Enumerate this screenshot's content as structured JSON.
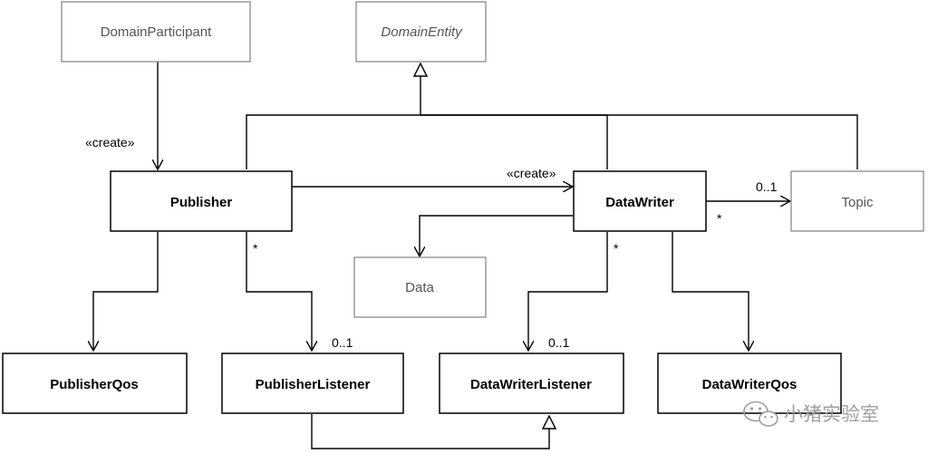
{
  "classes": {
    "domain_participant": "DomainParticipant",
    "domain_entity": "DomainEntity",
    "publisher": "Publisher",
    "data_writer": "DataWriter",
    "topic": "Topic",
    "data": "Data",
    "publisher_qos": "PublisherQos",
    "publisher_listener": "PublisherListener",
    "data_writer_listener": "DataWriterListener",
    "data_writer_qos": "DataWriterQos"
  },
  "relations": {
    "participant_creates_publisher": "«create»",
    "publisher_creates_writer": "«create»",
    "writer_topic_multiplicity_source": "*",
    "writer_topic_multiplicity_target": "0..1",
    "publisher_listener_multiplicity_source": "*",
    "publisher_listener_multiplicity_target": "0..1",
    "writer_listener_multiplicity_source": "*",
    "writer_listener_multiplicity_target": "0..1"
  },
  "watermark": {
    "text": "小猪实验室",
    "icon": "wechat-logo-icon"
  }
}
